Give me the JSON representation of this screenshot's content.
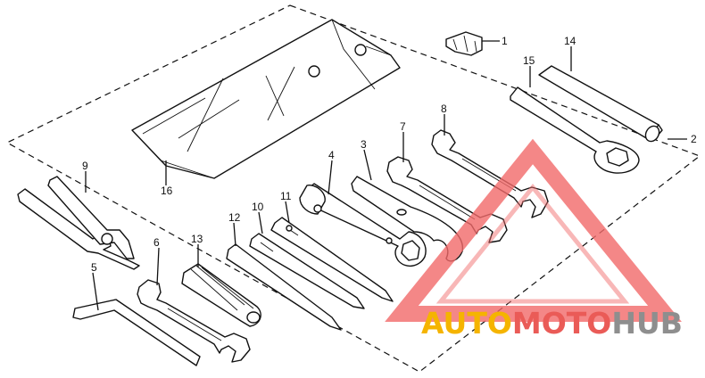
{
  "diagram": {
    "callouts": [
      "1",
      "2",
      "3",
      "4",
      "5",
      "6",
      "7",
      "8",
      "9",
      "10",
      "11",
      "12",
      "13",
      "14",
      "15",
      "16"
    ]
  },
  "watermark": {
    "parts": [
      "AUTO",
      "MOTO",
      "HUB"
    ],
    "colors": {
      "orange": "#f5b400",
      "red": "#ea5b57",
      "gray": "#8e8e8e",
      "triangle": "#f26a6a"
    }
  }
}
